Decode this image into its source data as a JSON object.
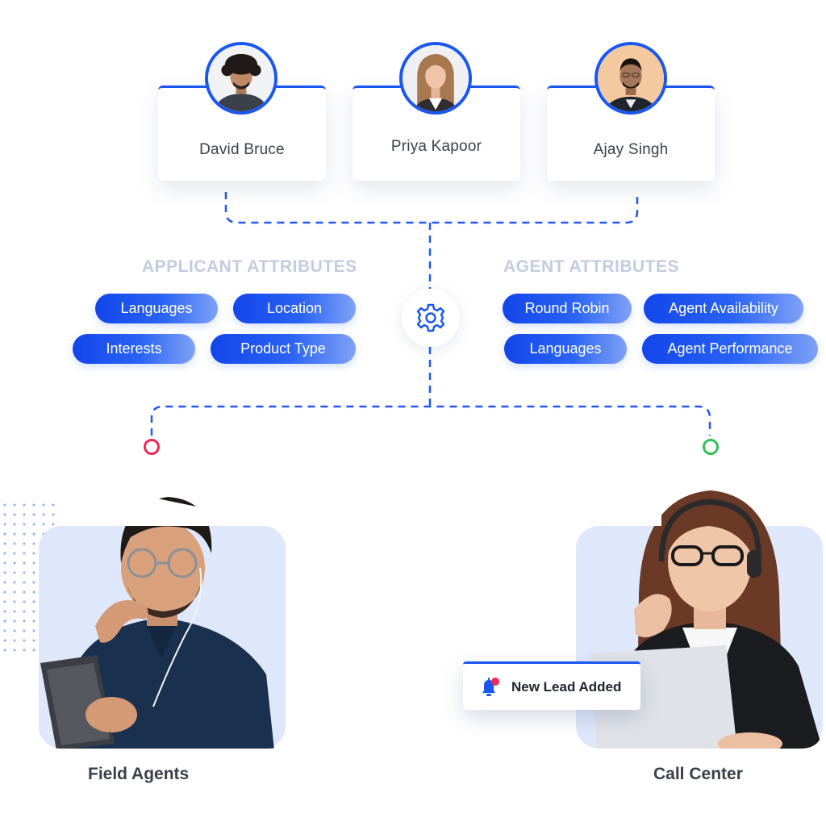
{
  "users": [
    {
      "name": "David Bruce"
    },
    {
      "name": "Priya Kapoor"
    },
    {
      "name": "Ajay Singh"
    }
  ],
  "applicant_attributes": {
    "title": "APPLICANT ATTRIBUTES",
    "chips": [
      "Languages",
      "Location",
      "Interests",
      "Product Type"
    ]
  },
  "agent_attributes": {
    "title": "AGENT ATTRIBUTES",
    "chips": [
      "Round Robin",
      "Agent Availability",
      "Languages",
      "Agent Performance"
    ]
  },
  "destinations": [
    {
      "caption": "Field Agents"
    },
    {
      "caption": "Call Center"
    }
  ],
  "notification": {
    "text": "New Lead Added"
  },
  "colors": {
    "accent": "#1a56f0",
    "heading": "#c3ccdf",
    "node_red": "#ef2a55",
    "node_green": "#2fc05a"
  },
  "icons": {
    "hub": "gear-icon",
    "notification": "bell-icon"
  }
}
